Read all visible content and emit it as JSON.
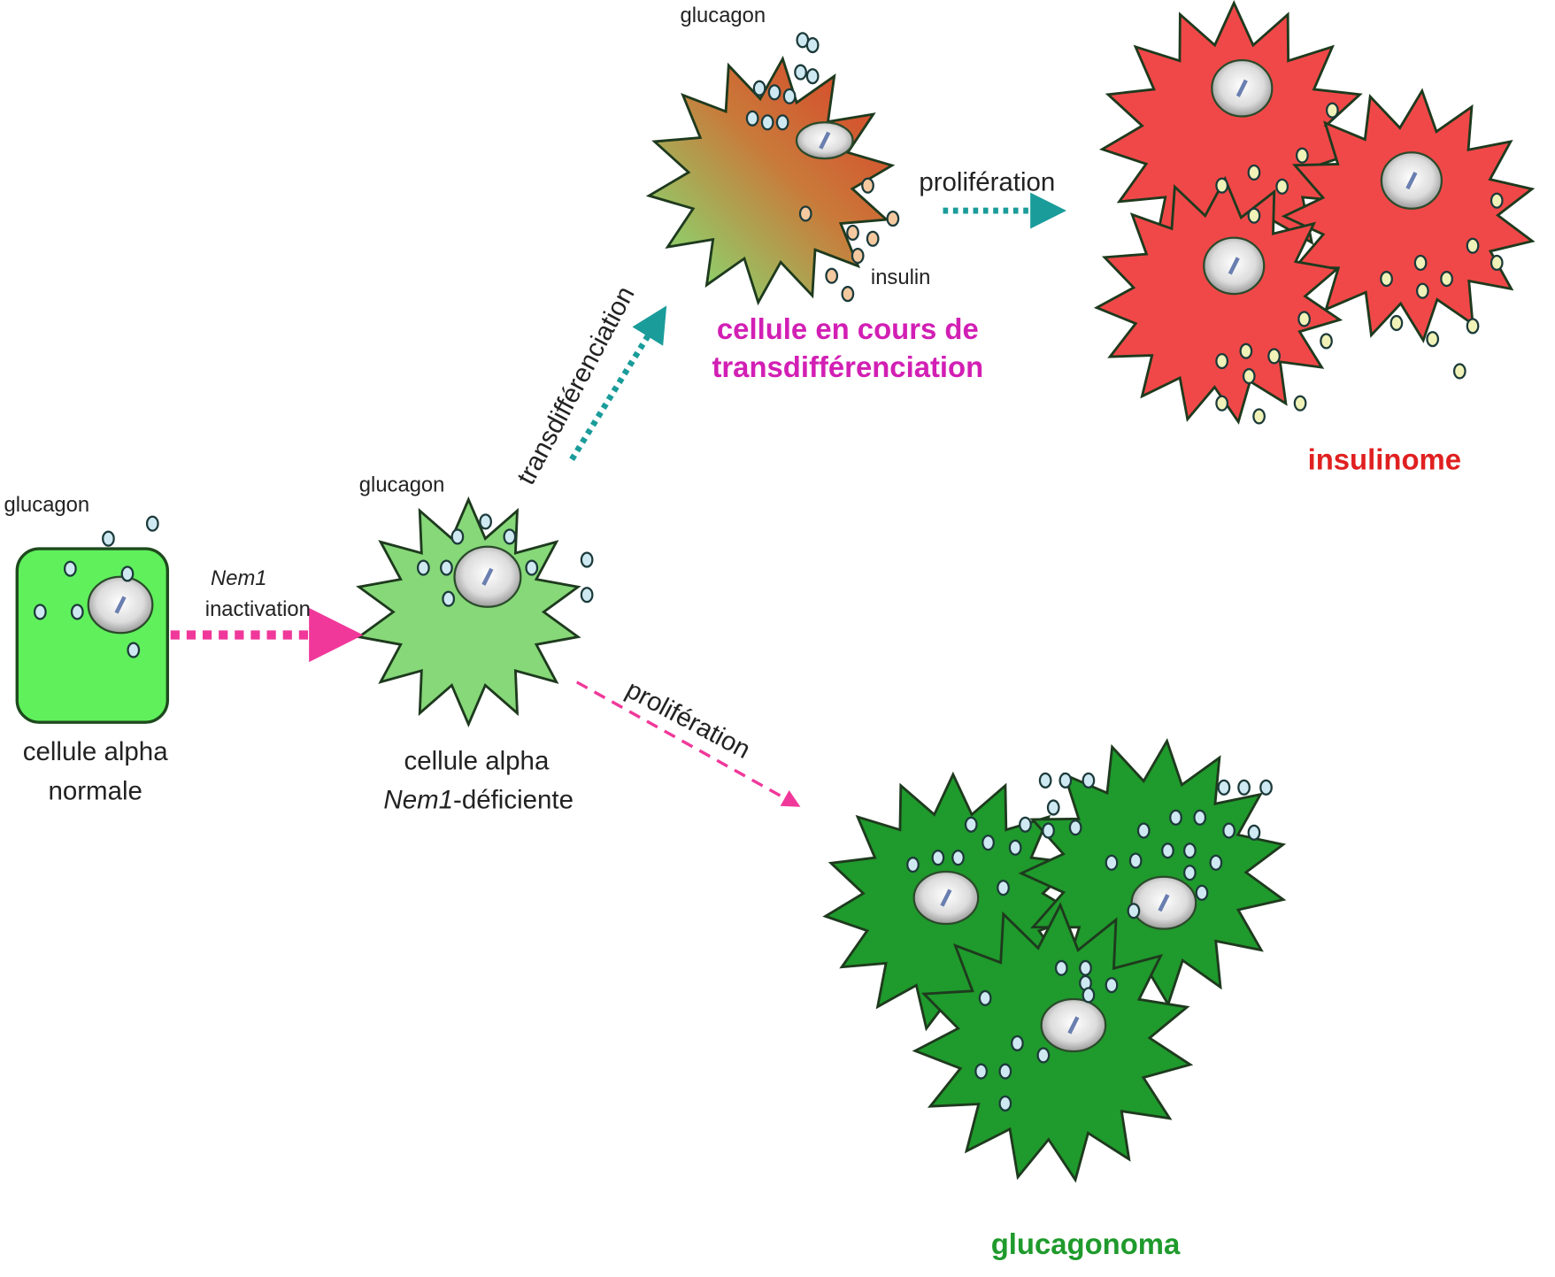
{
  "labels": {
    "glucagon": "glucagon",
    "insulin": "insulin",
    "nem1": "Nem1",
    "inactivation": "inactivation",
    "normal_line1": "cellule alpha",
    "normal_line2": "normale",
    "deficient_line1": "cellule alpha",
    "deficient_line2_italic": "Nem1",
    "deficient_line2_rest": "-déficiente",
    "transdiff_arrow": "transdifférenciation",
    "transdiff_cell_line1": "cellule en cours de",
    "transdiff_cell_line2": "transdifférenciation",
    "proliferation": "prolifération",
    "insulinome": "insulinome",
    "glucagonoma": "glucagonoma"
  },
  "colors": {
    "normal_cell": "#5ff05c",
    "deficient_cell": "#86d878",
    "insulinoma": "#f04848",
    "glucagonoma": "#1f9a2c",
    "pink_arrow": "#f0389a",
    "teal_arrow": "#1a9c9a",
    "magenta_text": "#d21fb4",
    "red_text": "#e02020",
    "green_text": "#1f9a2c",
    "glucagon_granule": "#cfe9f2",
    "insulin_granule": "#f0f2b8",
    "transdiff_granule": "#f5c9a0"
  }
}
